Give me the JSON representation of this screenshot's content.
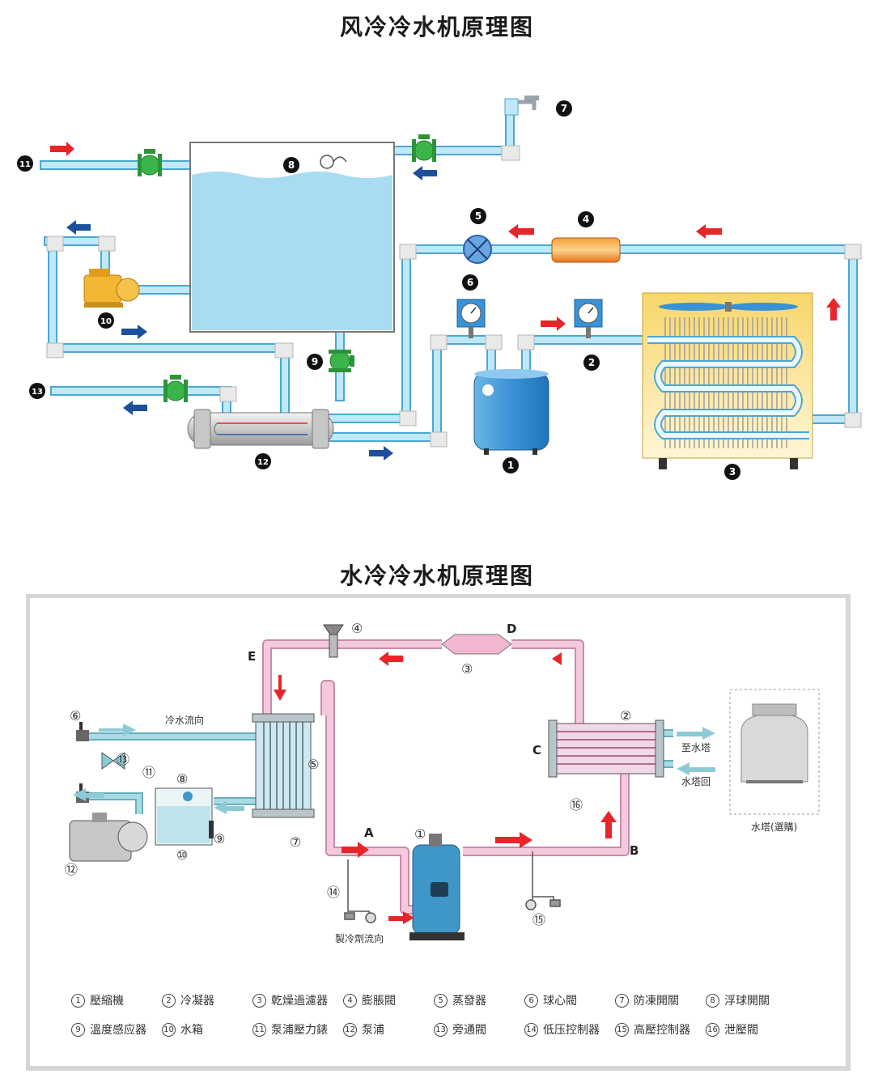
{
  "air_title": "风冷冷水机原理图",
  "water_title": "水冷冷水机原理图",
  "air_markers": [
    "1",
    "2",
    "3",
    "4",
    "5",
    "6",
    "7",
    "8",
    "9",
    "10",
    "11",
    "12",
    "13"
  ],
  "water_points": {
    "a": "A",
    "b": "B",
    "c": "C",
    "d": "D",
    "e": "E"
  },
  "water_circled": [
    "①",
    "②",
    "③",
    "④",
    "⑤",
    "⑥",
    "⑦",
    "⑧",
    "⑨",
    "⑩",
    "⑪",
    "⑫",
    "⑬",
    "⑭",
    "⑮",
    "⑯"
  ],
  "water_labels": {
    "chilled_flow": "冷水流向",
    "to_tower": "至水塔",
    "tower_return": "水塔回",
    "tower_optional": "水塔(選購)",
    "refrigerant_flow": "製冷劑流向"
  },
  "legend": [
    {
      "num": "1",
      "label": "壓縮機"
    },
    {
      "num": "2",
      "label": "冷凝器"
    },
    {
      "num": "3",
      "label": "乾燥過濾器"
    },
    {
      "num": "4",
      "label": "膨脹閥"
    },
    {
      "num": "5",
      "label": "蒸發器"
    },
    {
      "num": "6",
      "label": "球心閥"
    },
    {
      "num": "7",
      "label": "防凍開關"
    },
    {
      "num": "8",
      "label": "浮球開關"
    },
    {
      "num": "9",
      "label": "溫度感应器"
    },
    {
      "num": "10",
      "label": "水箱"
    },
    {
      "num": "11",
      "label": "泵浦壓力錶"
    },
    {
      "num": "12",
      "label": "泵浦"
    },
    {
      "num": "13",
      "label": "旁通閥"
    },
    {
      "num": "14",
      "label": "低压控制器"
    },
    {
      "num": "15",
      "label": "高壓控制器"
    },
    {
      "num": "16",
      "label": "泄壓閥"
    }
  ],
  "colors": {
    "pipe_blue": "#8fd3ef",
    "pipe_edge": "#4aa7d4",
    "tank_water": "#a9dcf2",
    "valve_green": "#3bb54a",
    "arrow_red": "#e8252a",
    "arrow_blue": "#1d4f9c",
    "refrigerant_pink": "#f4c9dc",
    "water_teal": "#8ccbd6"
  }
}
